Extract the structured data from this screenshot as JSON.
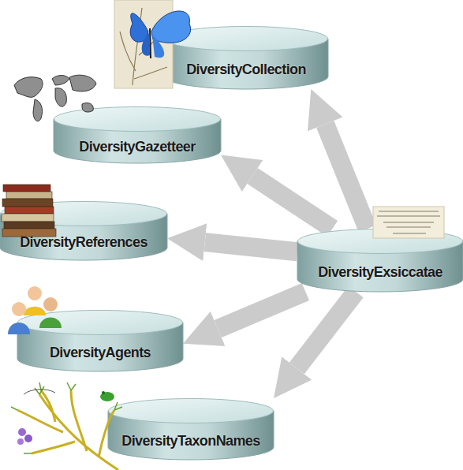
{
  "diagram": {
    "nodes": [
      {
        "text": [
          "DiversityCollection"
        ]
      },
      {
        "text": [
          "DiversityGazetteer"
        ]
      },
      {
        "text": [
          "DiversityReferences"
        ]
      },
      {
        "text": [
          "DiversityExsiccatae"
        ]
      },
      {
        "text": [
          "DiversityAgents"
        ]
      },
      {
        "text": [
          "DiversityTaxonNames"
        ]
      }
    ],
    "edges": [
      {
        "from": 3,
        "to": 0,
        "arrow": "to"
      },
      {
        "from": 3,
        "to": 1,
        "arrow": "to"
      },
      {
        "from": 3,
        "to": 2,
        "arrow": "to"
      },
      {
        "from": 3,
        "to": 4,
        "arrow": "to"
      },
      {
        "from": 3,
        "to": 5,
        "arrow": "to"
      }
    ]
  }
}
